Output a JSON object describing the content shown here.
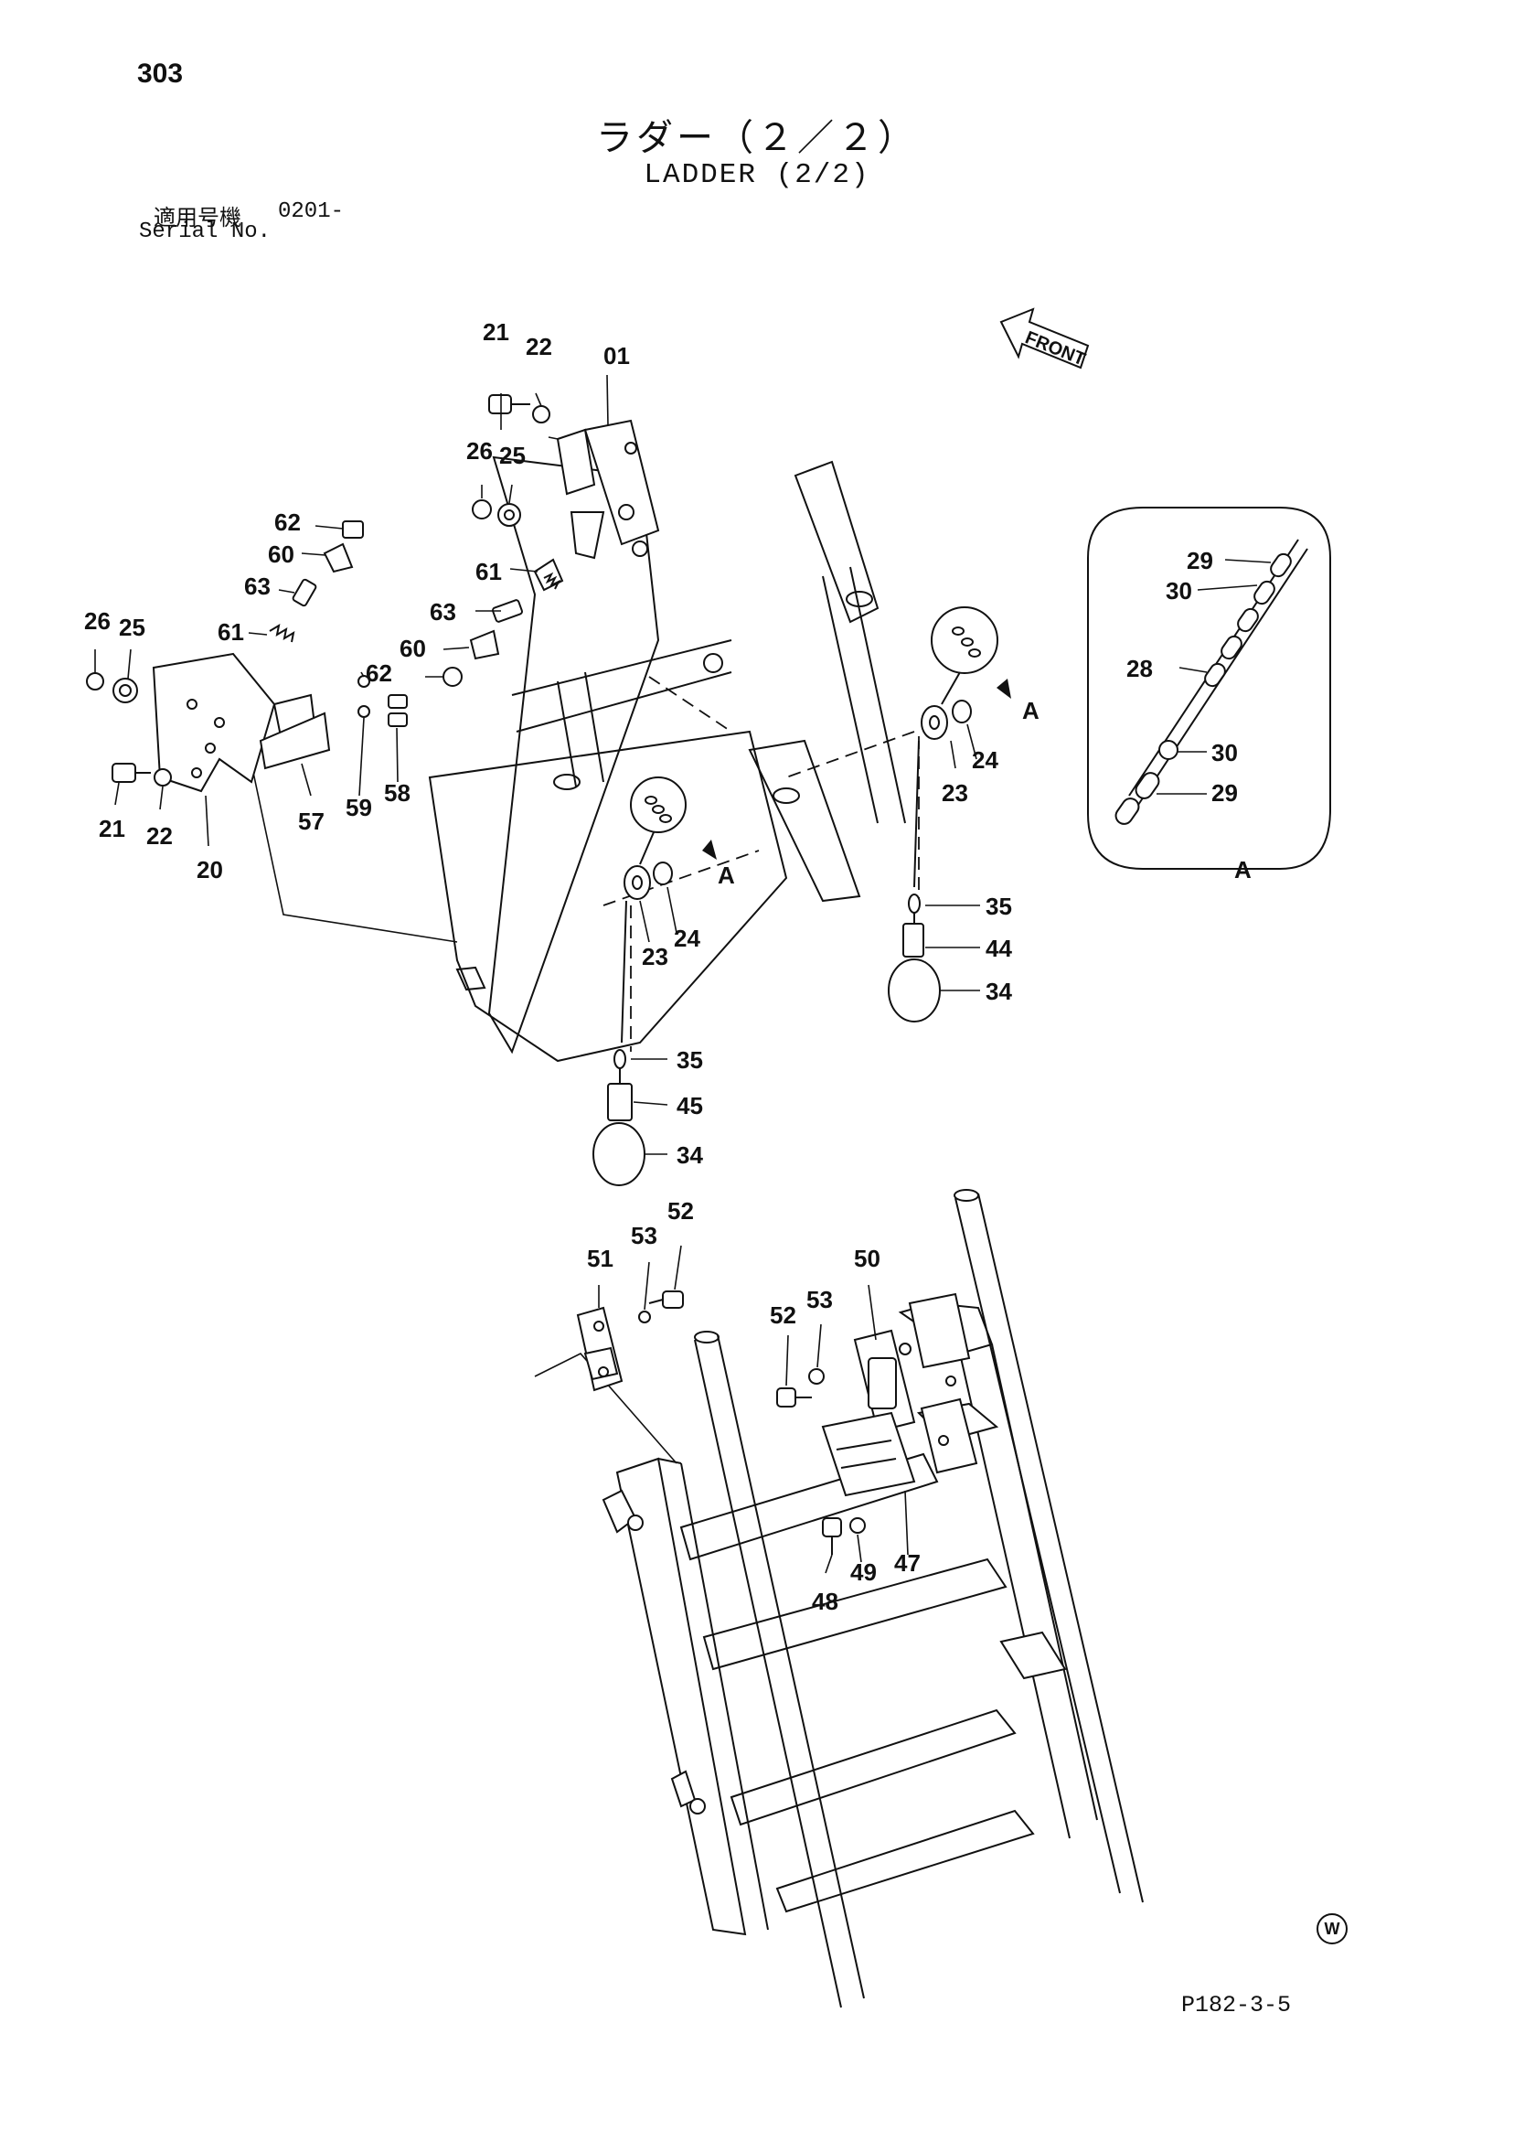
{
  "header": {
    "page_number": "303",
    "title_jp": "ラダー（２／２）",
    "title_en": "LADDER (2/2)",
    "serial_label_jp": "適用号機",
    "serial_value": "0201-",
    "serial_label_en": "Serial No."
  },
  "front_arrow": {
    "label": "FRONT"
  },
  "detail_view": {
    "label": "A"
  },
  "callouts": [
    "01",
    "20",
    "21",
    "22",
    "23",
    "24",
    "25",
    "26",
    "28",
    "29",
    "30",
    "34",
    "35",
    "44",
    "45",
    "47",
    "48",
    "49",
    "50",
    "51",
    "52",
    "53",
    "57",
    "58",
    "59",
    "60",
    "61",
    "62",
    "63",
    "A"
  ],
  "footer": {
    "code": "P182-3-5",
    "mark": "W"
  }
}
